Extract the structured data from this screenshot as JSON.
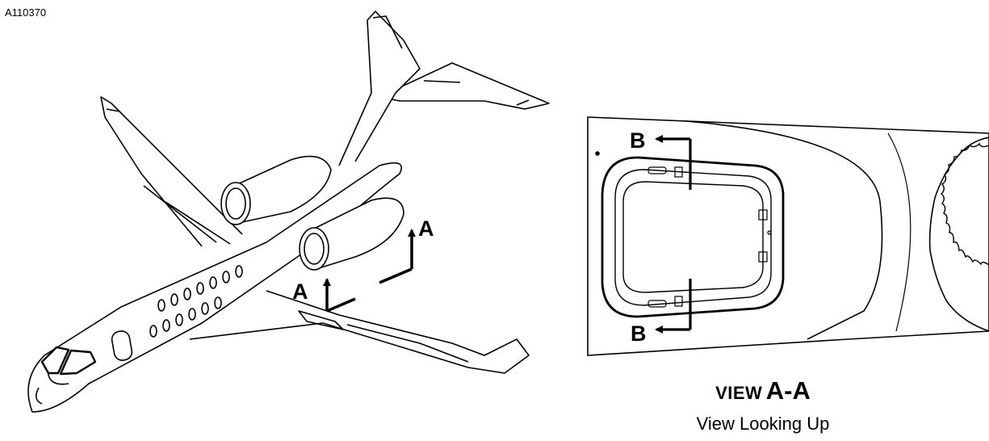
{
  "figure_id": "A110370",
  "section_label_a": "A",
  "section_label_b": "B",
  "view_title_word": "VIEW",
  "view_title_letters": "A-A",
  "view_subtitle": "View Looking Up"
}
